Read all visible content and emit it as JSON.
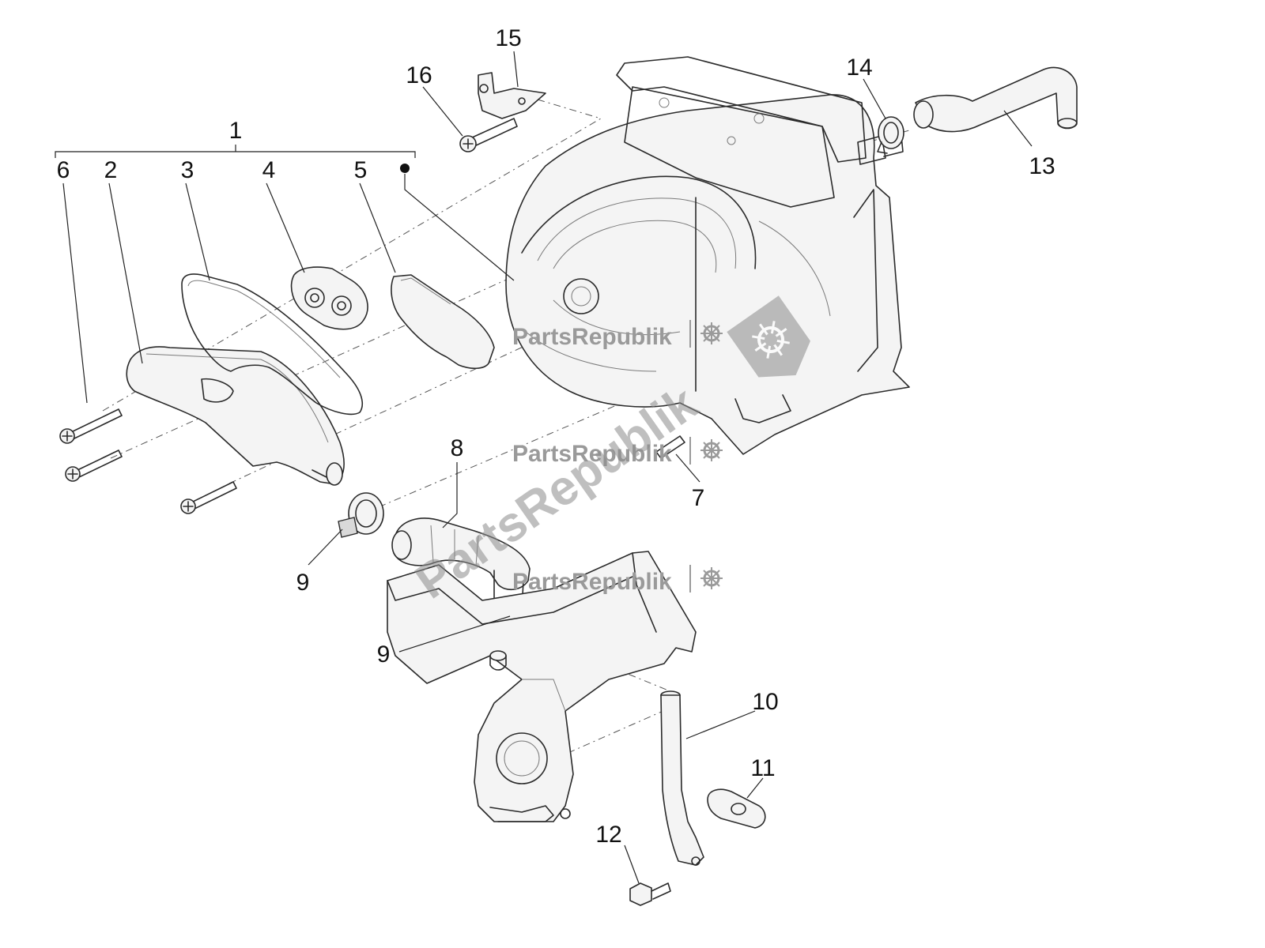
{
  "callouts": {
    "c1": "1",
    "c2": "2",
    "c3": "3",
    "c4": "4",
    "c5": "5",
    "c6": "6",
    "c7": "7",
    "c8": "8",
    "c9a": "9",
    "c9b": "9",
    "c10": "10",
    "c11": "11",
    "c12": "12",
    "c13": "13",
    "c14": "14",
    "c15": "15",
    "c16": "16"
  },
  "watermark": {
    "brand": "PartsRepublik",
    "diagonal": "PartsRepublik"
  },
  "icons": [
    "gear-icon",
    "kit-bullet-icon"
  ],
  "colors": {
    "line": "#2a2a2a",
    "watermark": "#9a9a9a"
  }
}
